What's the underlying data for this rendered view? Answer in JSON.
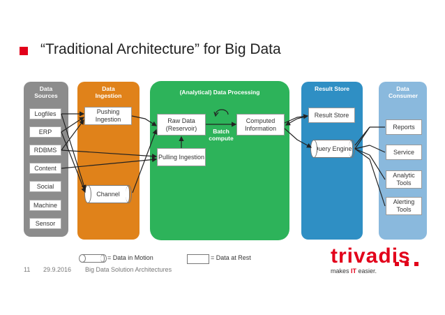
{
  "slide": {
    "title": "“Traditional Architecture” for Big Data",
    "page_number": "11",
    "date": "29.9.2016",
    "footer_title": "Big Data Solution Architectures"
  },
  "columns": {
    "sources": {
      "title": "Data Sources",
      "items": [
        "Logfiles",
        "ERP",
        "RDBMS",
        "Content",
        "Social",
        "Machine",
        "Sensor"
      ]
    },
    "ingestion": {
      "title": "Data Ingestion",
      "pushing": "Pushing Ingestion",
      "channel": "Channel"
    },
    "processing": {
      "title": "(Analytical) Data Processing",
      "raw": "Raw Data (Reservoir)",
      "computed": "Computed Information",
      "batch": "Batch compute",
      "pulling": "Pulling Ingestion"
    },
    "result": {
      "title": "Result Store",
      "store": "Result Store",
      "query": "Query Engine"
    },
    "consumer": {
      "title": "Data Consumer",
      "items": [
        "Reports",
        "Service",
        "Analytic Tools",
        "Alerting Tools"
      ]
    }
  },
  "legend": {
    "motion": "= Data in Motion",
    "rest": "= Data at Rest"
  },
  "logo": {
    "name": "trivadis",
    "tagline_prefix": "makes ",
    "tagline_it": "IT",
    "tagline_suffix": " easier."
  },
  "colors": {
    "accent": "#e2001a",
    "sources": "#8c8c8c",
    "ingestion": "#e0821a",
    "processing": "#2db35a",
    "result": "#2f8fc4",
    "consumer": "#8ab9dd"
  }
}
